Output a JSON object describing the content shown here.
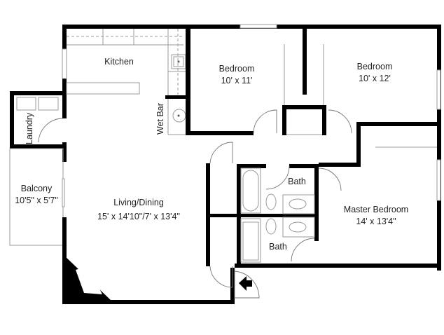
{
  "floorplan": {
    "rooms": [
      {
        "id": "kitchen",
        "name": "Kitchen",
        "dims": ""
      },
      {
        "id": "bedroom-1",
        "name": "Bedroom",
        "dims": "10' x 11'"
      },
      {
        "id": "bedroom-2",
        "name": "Bedroom",
        "dims": "10' x 12'"
      },
      {
        "id": "laundry",
        "name": "Laundry",
        "dims": ""
      },
      {
        "id": "wet-bar",
        "name": "Wet Bar",
        "dims": ""
      },
      {
        "id": "balcony",
        "name": "Balcony",
        "dims": "10'5\" x 5'7\""
      },
      {
        "id": "living-dining",
        "name": "Living/Dining",
        "dims": "15' x 14'10\"/7' x 13'4\""
      },
      {
        "id": "bath-1",
        "name": "Bath",
        "dims": ""
      },
      {
        "id": "bath-2",
        "name": "Bath",
        "dims": ""
      },
      {
        "id": "master-bedroom",
        "name": "Master Bedroom",
        "dims": "14' x 13'4\""
      }
    ],
    "entry_icon": "entry-arrow-icon",
    "colors": {
      "wall": "#000000",
      "fixture": "#9a9a9a",
      "background": "#ffffff"
    }
  }
}
